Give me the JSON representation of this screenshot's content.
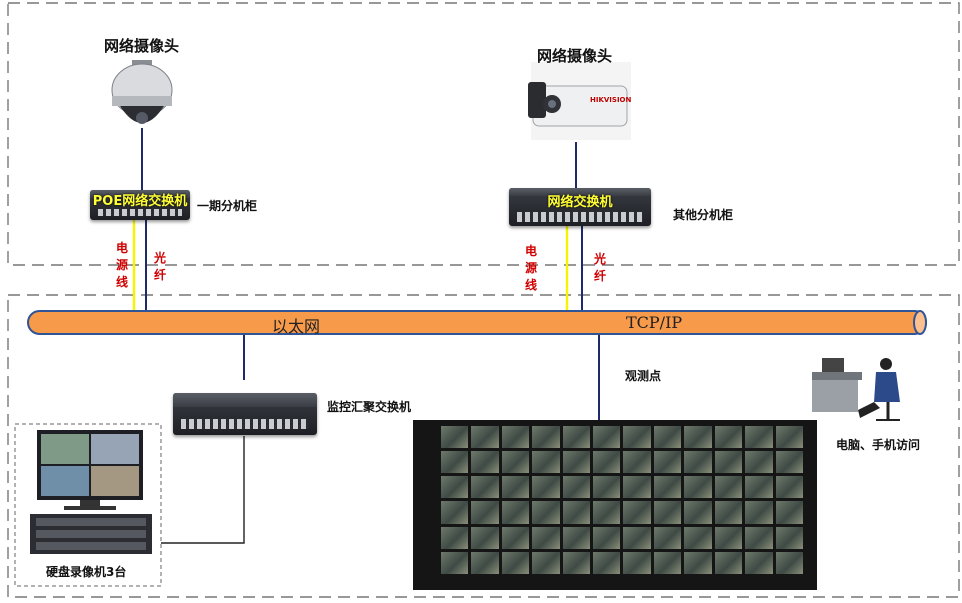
{
  "cameras": {
    "dome_label": "网络摄像头",
    "bullet_label": "网络摄像头",
    "bullet_brand": "HIKVISION"
  },
  "switches": {
    "poe_title": "POE网络交换机",
    "poe_cabinet": "一期分机柜",
    "other_title": "网络交换机",
    "other_cabinet": "其他分机柜",
    "core_label": "监控汇聚交换机"
  },
  "cables": {
    "power_left": "电源线",
    "fiber_left": "光纤",
    "power_right": "电源线",
    "fiber_right": "光纤"
  },
  "bus": {
    "left_text": "以太网",
    "right_text": "TCP/IP"
  },
  "observation": {
    "label": "观测点"
  },
  "nvr": {
    "label": "硬盘录像机3台"
  },
  "access": {
    "label": "电脑、手机访问"
  },
  "colors": {
    "bus_fill": "#f79a4a",
    "bus_stroke": "#2f5597",
    "cable_blue": "#1f2a6b",
    "cable_yellow": "#f5f500",
    "red_text": "#d00000",
    "switch_title": "#ffff33"
  }
}
